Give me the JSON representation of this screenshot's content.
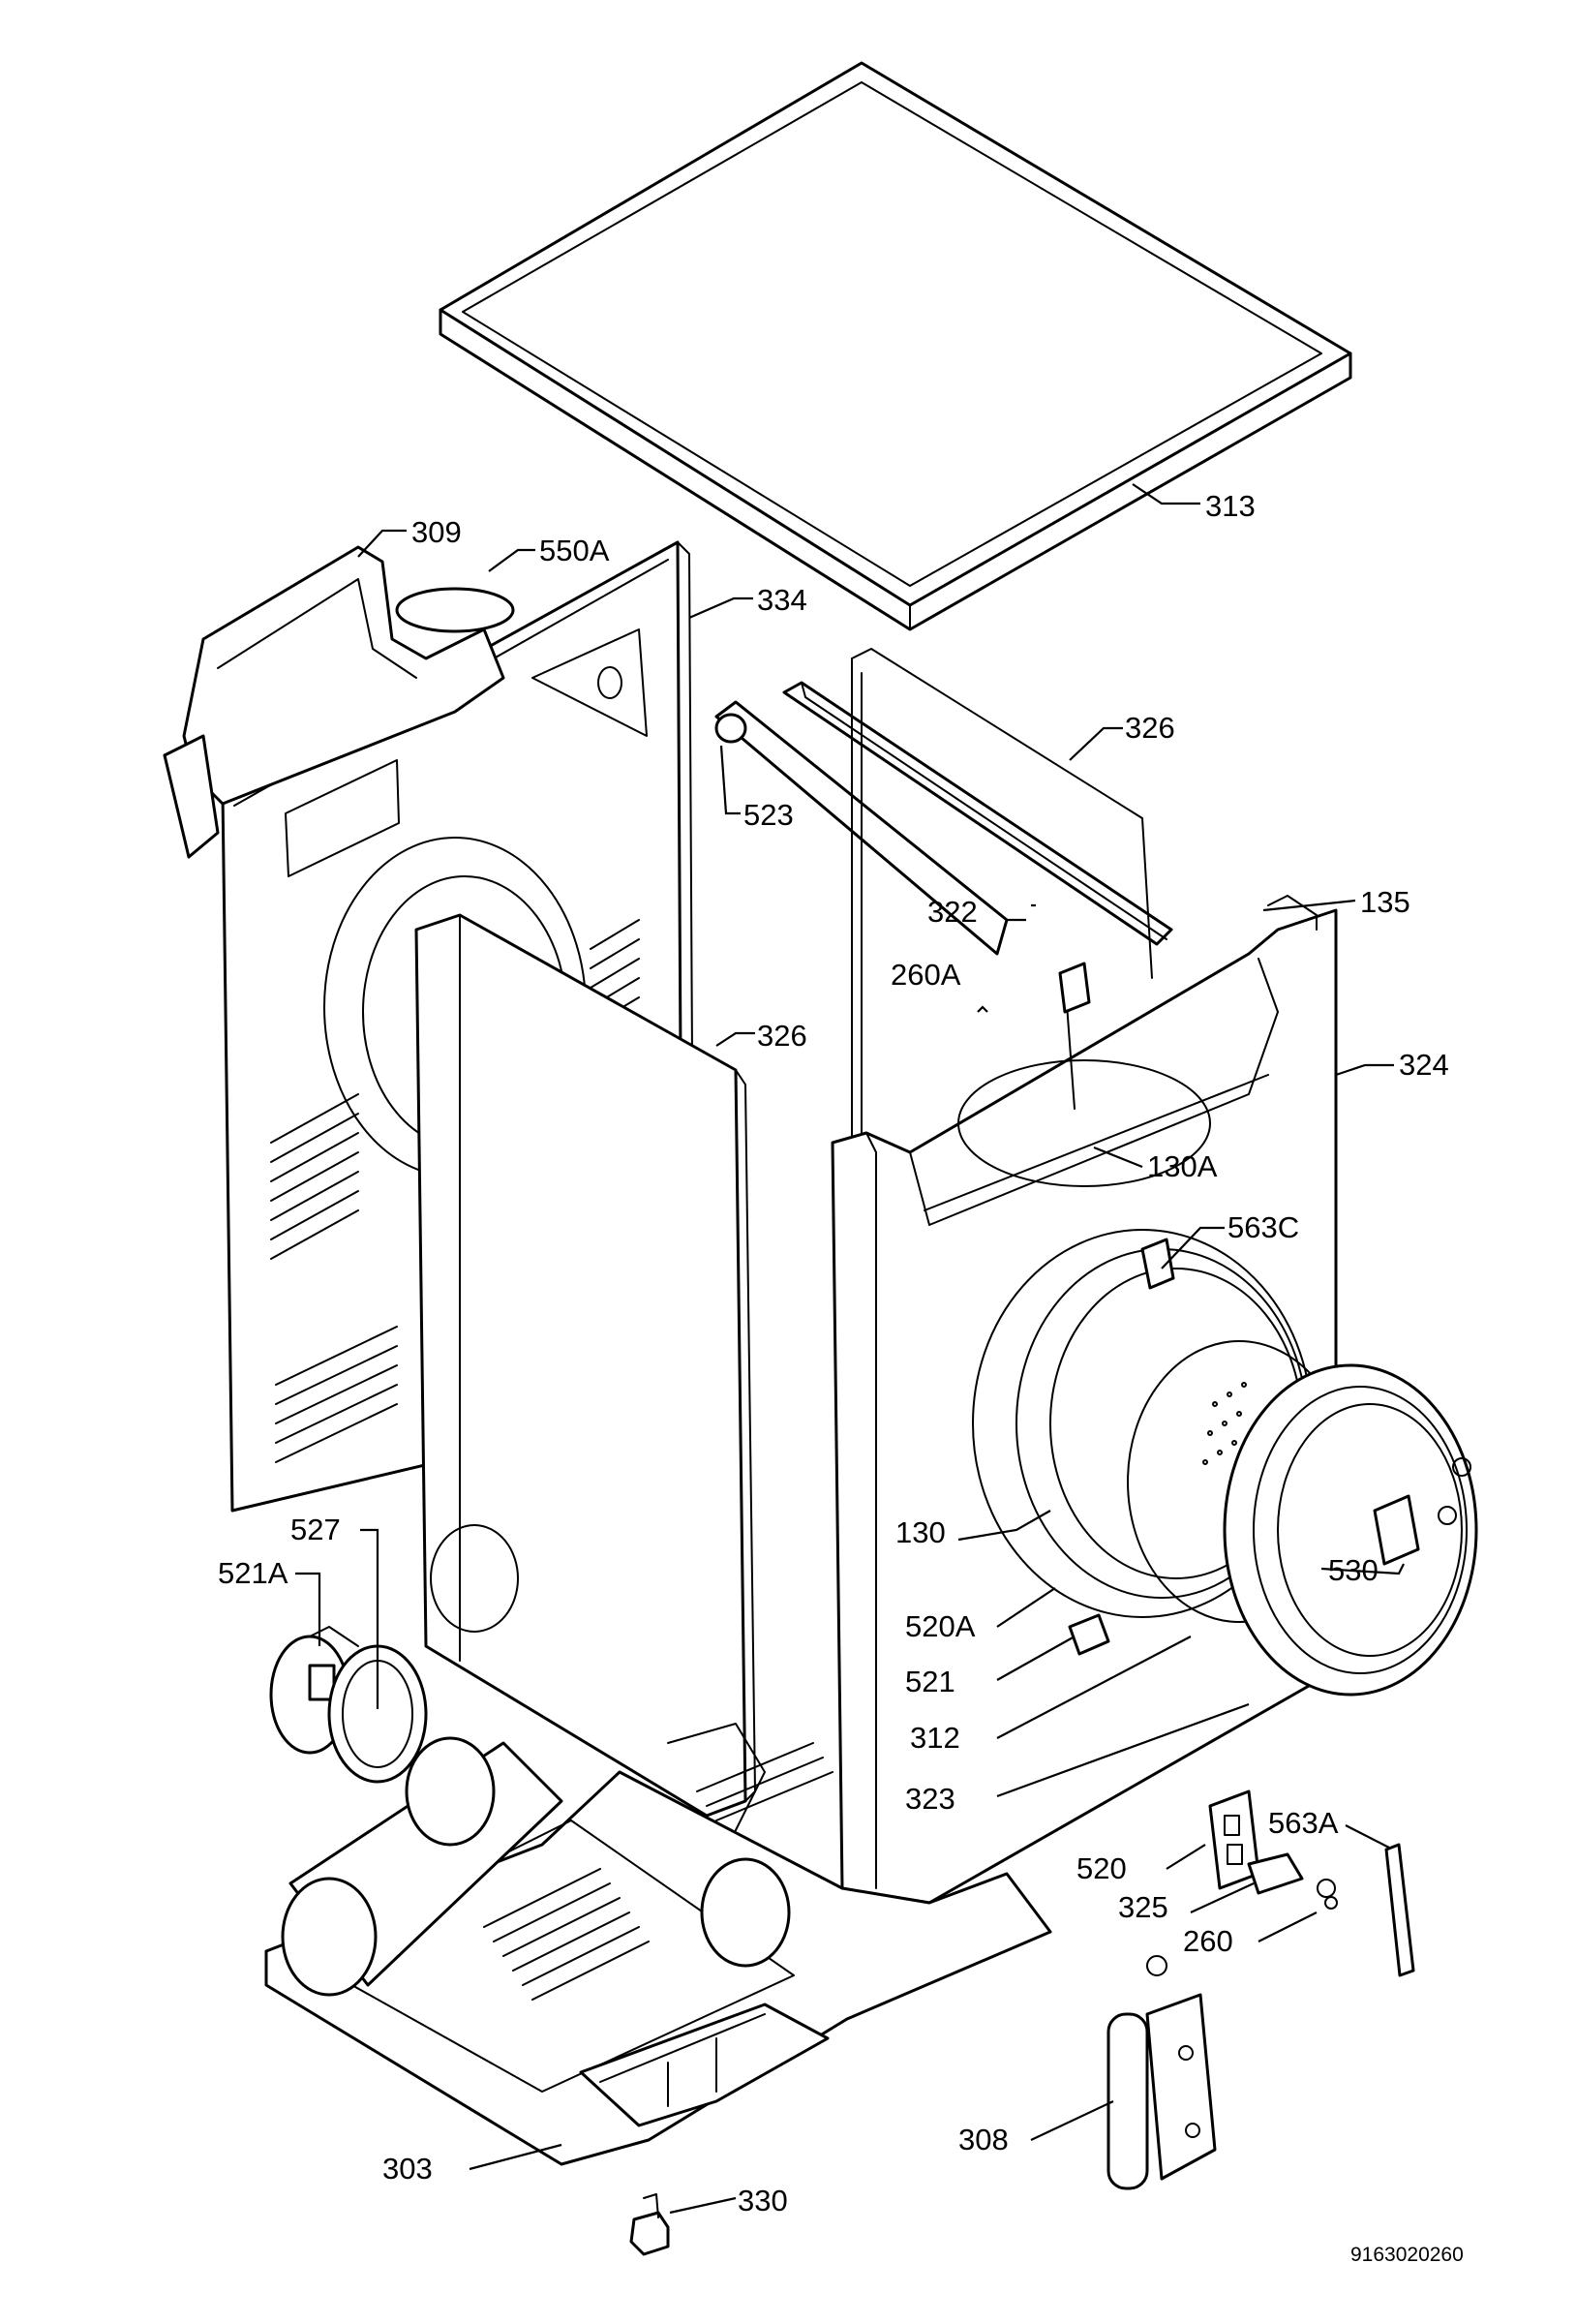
{
  "diagram": {
    "document_code": "9163020260",
    "labels": {
      "l313": "313",
      "l309": "309",
      "l550A": "550A",
      "l334": "334",
      "l326a": "326",
      "l523": "523",
      "l322": "322",
      "l135": "135",
      "l260A": "260A",
      "l326b": "326",
      "l324": "324",
      "l130A": "130A",
      "l563C": "563C",
      "l527": "527",
      "l521A": "521A",
      "l130": "130",
      "l530": "530",
      "l520A": "520A",
      "l521": "521",
      "l312": "312",
      "l323": "323",
      "l520": "520",
      "l563A": "563A",
      "l325": "325",
      "l260": "260",
      "l308": "308",
      "l303": "303",
      "l330": "330"
    }
  }
}
